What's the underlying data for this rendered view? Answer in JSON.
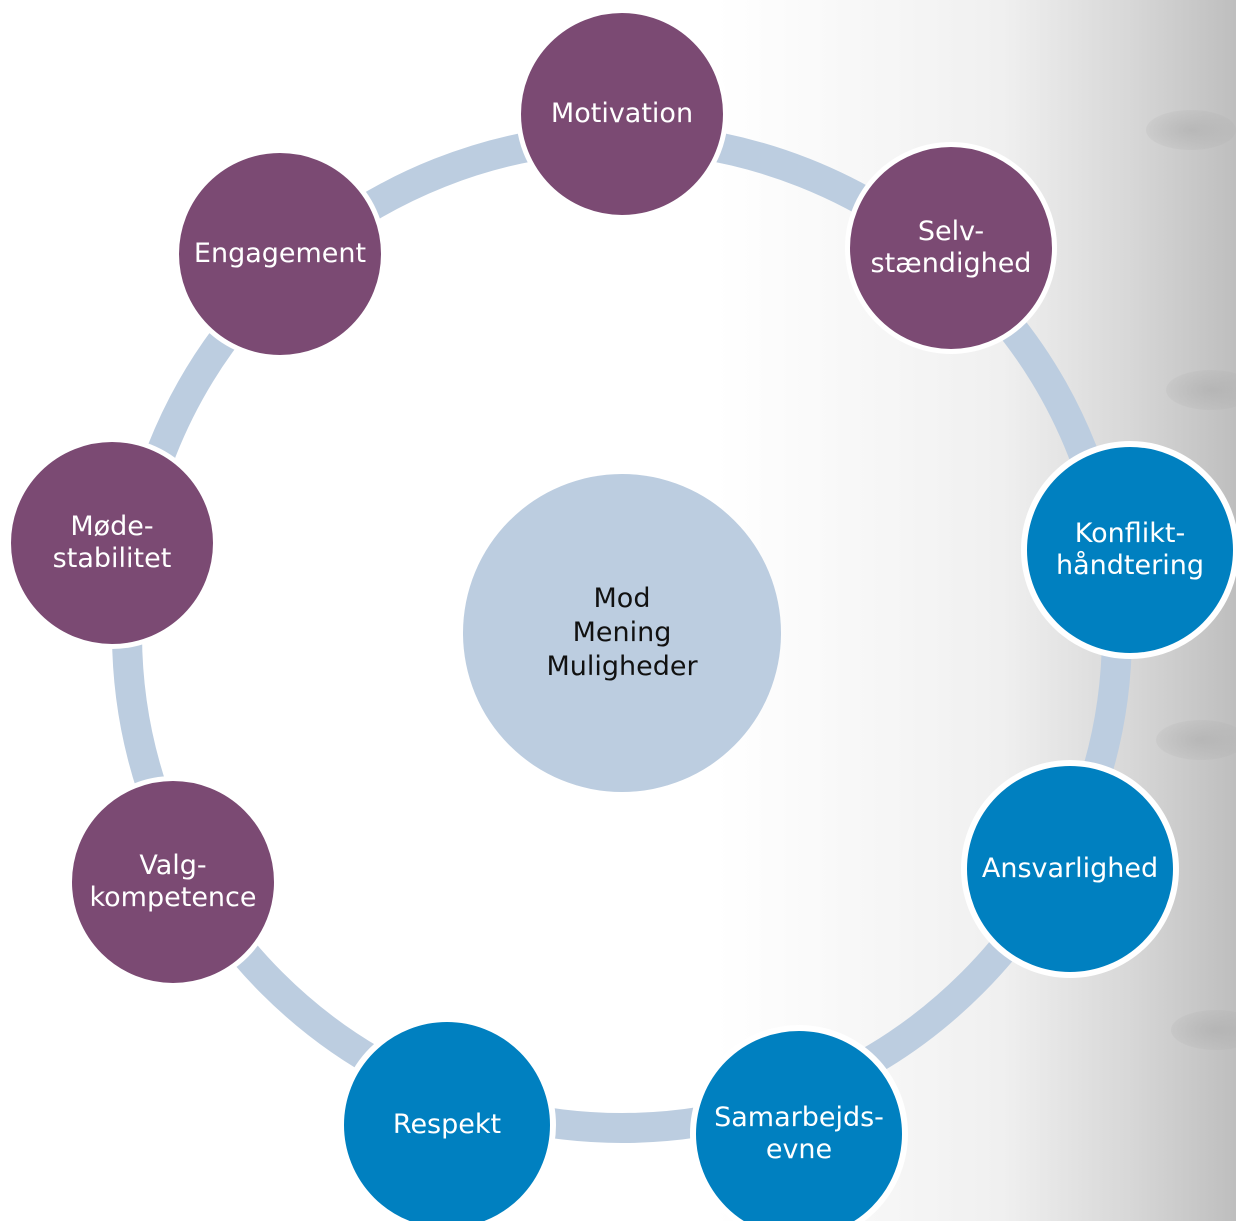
{
  "center": {
    "lines": [
      "Mod",
      "Mening",
      "Muligheder"
    ]
  },
  "nodes": [
    {
      "id": "motivation",
      "label": "Motivation",
      "color": "#7b4a73"
    },
    {
      "id": "selvstaendighed",
      "label": "Selv-\nstændighed",
      "color": "#7b4a73"
    },
    {
      "id": "konflikthaandtering",
      "label": "Konflikt-\nhåndtering",
      "color": "#0080c0"
    },
    {
      "id": "ansvarlighed",
      "label": "Ansvarlighed",
      "color": "#0080c0"
    },
    {
      "id": "samarbejdsevne",
      "label": "Samarbejds-\nevne",
      "color": "#0080c0"
    },
    {
      "id": "respekt",
      "label": "Respekt",
      "color": "#0080c0"
    },
    {
      "id": "valgkompetence",
      "label": "Valg-\nkompetence",
      "color": "#7b4a73"
    },
    {
      "id": "modestabilitet",
      "label": "Møde-\nstabilitet",
      "color": "#7b4a73"
    },
    {
      "id": "engagement",
      "label": "Engagement",
      "color": "#7b4a73"
    }
  ],
  "ring_color": "#bccde0"
}
